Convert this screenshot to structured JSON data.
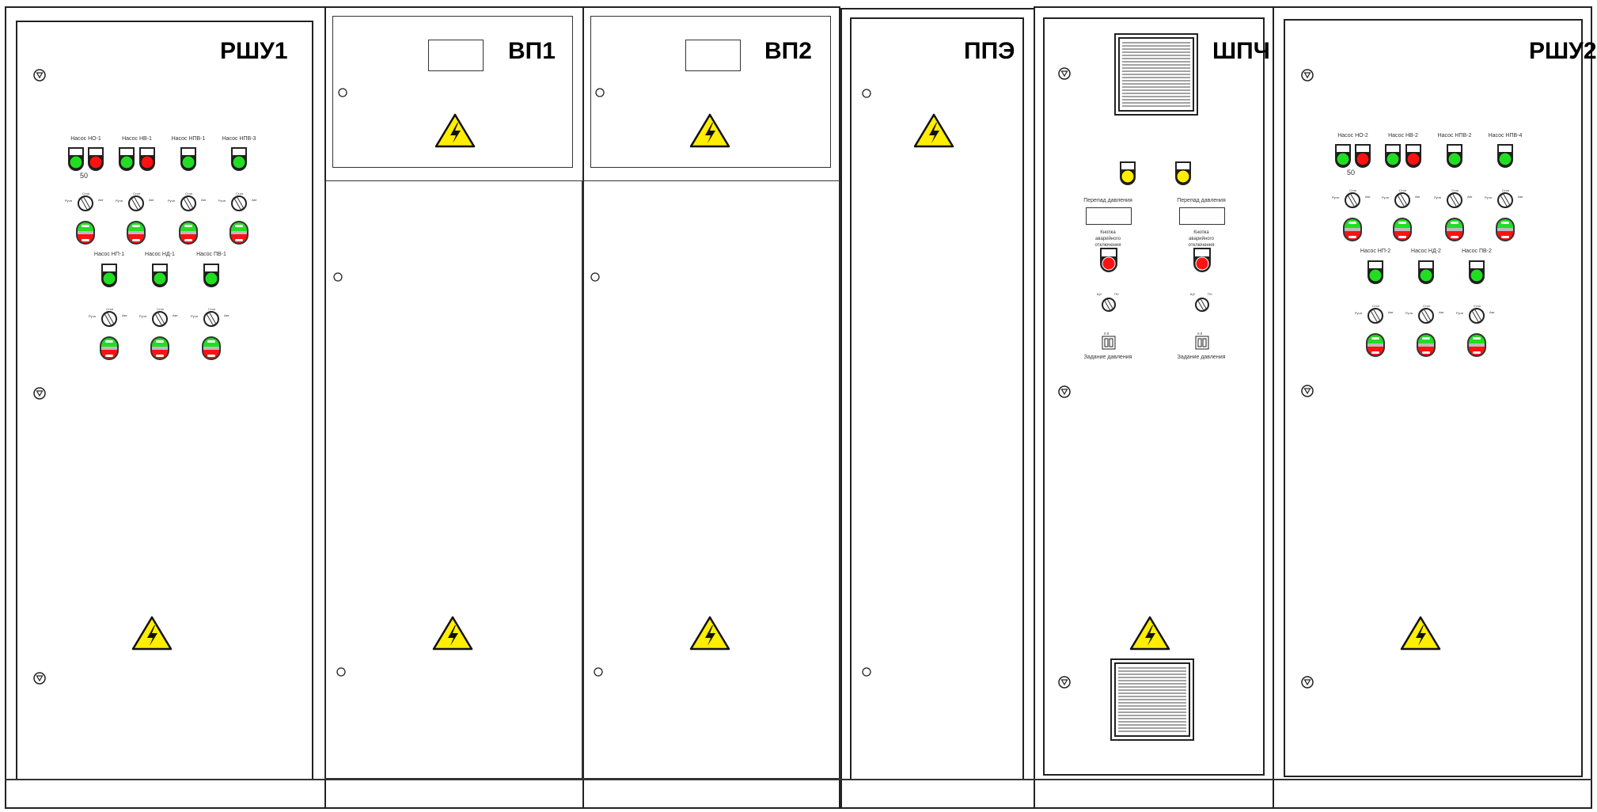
{
  "cabinets": {
    "rshu1": {
      "title": "РШУ1",
      "row1": [
        {
          "label": "Насос НО-1",
          "count": 2
        },
        {
          "label": "Насос НВ-1",
          "count": 2
        },
        {
          "label": "Насос НПВ-1",
          "count": 1
        },
        {
          "label": "Насос НПВ-3",
          "count": 1
        }
      ],
      "row2": [
        {
          "label": "Насос НП-1"
        },
        {
          "label": "Насос НД-1"
        },
        {
          "label": "Насос ПВ-1"
        }
      ],
      "mark": "50"
    },
    "vp1": {
      "title": "ВП1"
    },
    "vp2": {
      "title": "ВП2"
    },
    "ppe": {
      "title": "ППЭ"
    },
    "shpch": {
      "title": "ШПЧ",
      "pressure_diff_label": "Перепад давления",
      "emergency_label": "Кнопка аварийного отключения",
      "pressure_setpoint_label": "Задание давления"
    },
    "rshu2": {
      "title": "РШУ2",
      "row1": [
        {
          "label": "Насос НО-2",
          "count": 2
        },
        {
          "label": "Насос НВ-2",
          "count": 2
        },
        {
          "label": "Насос НПВ-2",
          "count": 1
        },
        {
          "label": "Насос НПВ-4",
          "count": 1
        }
      ],
      "row2": [
        {
          "label": "Насос НП-2"
        },
        {
          "label": "Насос НД-2"
        },
        {
          "label": "Насос ПВ-2"
        }
      ],
      "mark": "50"
    }
  },
  "colors": {
    "green": "#22dd22",
    "red": "#ff1111",
    "yellow": "#ffee00",
    "warning": "#ffee00"
  }
}
